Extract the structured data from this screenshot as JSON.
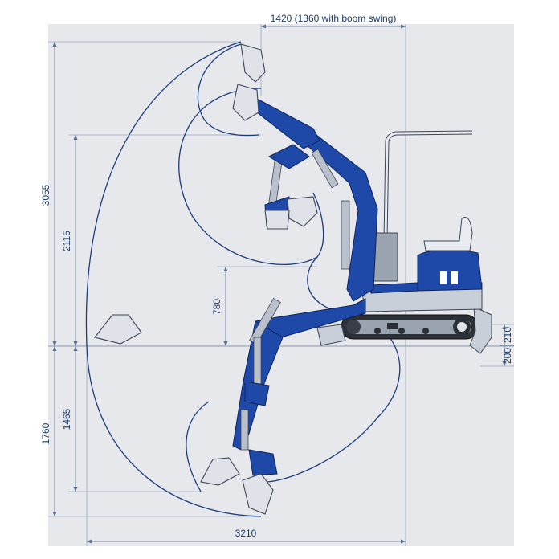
{
  "dimensions": {
    "top_width": "1420 (1360 with boom swing)",
    "max_height": "3055",
    "dump_height": "2115",
    "lift_height_small": "780",
    "dig_depth": "1760",
    "vertical_wall_depth": "1465",
    "reach": "3210",
    "blade_up": "210",
    "blade_down": "200"
  },
  "colors": {
    "machine_blue": "#1f49a8",
    "dimension_lines": "#5a6f90",
    "reach_curve": "#1d3c7a",
    "background_panel": "#e6e8ec"
  }
}
